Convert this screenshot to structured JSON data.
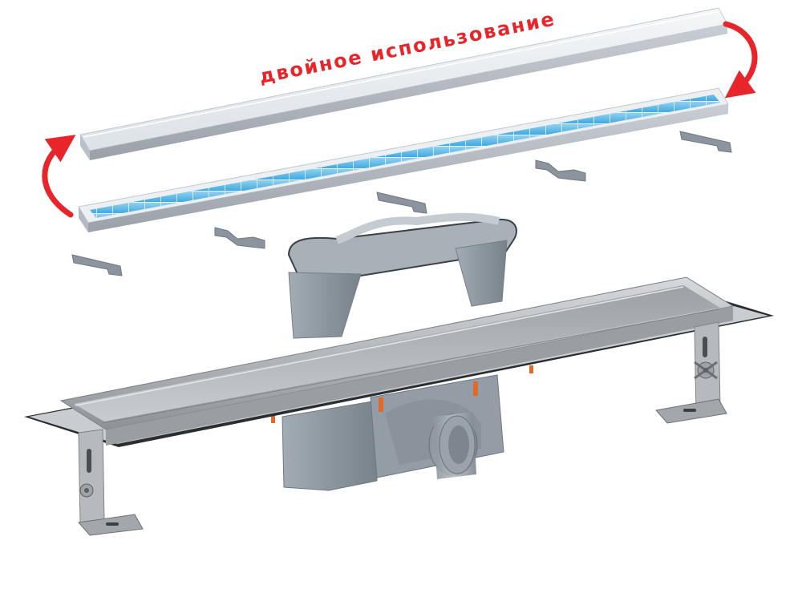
{
  "caption": "двойное использование",
  "colors": {
    "accent_red": "#e8252b",
    "steel": "#a9abaf",
    "plastic_gray": "#8f98a0",
    "tile_blue": "#5ab8e6",
    "white_frame": "#e9edf1"
  },
  "parts": [
    "solid-cover-panel",
    "tile-insert-grate",
    "steel-channel",
    "siphon-trap-insert",
    "drain-outlet-body",
    "adjustable-leg",
    "grate-support-clip"
  ]
}
